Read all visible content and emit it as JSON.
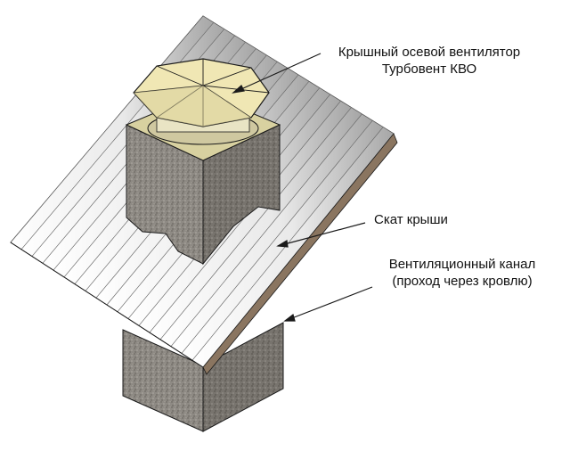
{
  "labels": {
    "fan_line1": "Крышный осевой вентилятор",
    "fan_line2": "Турбовент КВО",
    "roof_slope": "Скат крыши",
    "duct_line1": "Вентиляционный канал",
    "duct_line2": "(проход через кровлю)"
  },
  "colors": {
    "roof_light": "#f3f3f3",
    "roof_shadow": "#a9a9a9",
    "roof_edge": "#8a7560",
    "brick": "#8e8a84",
    "fan_cap": "#f0e7b4",
    "fan_base": "#dcd6a0",
    "line": "#1a1a1a"
  }
}
